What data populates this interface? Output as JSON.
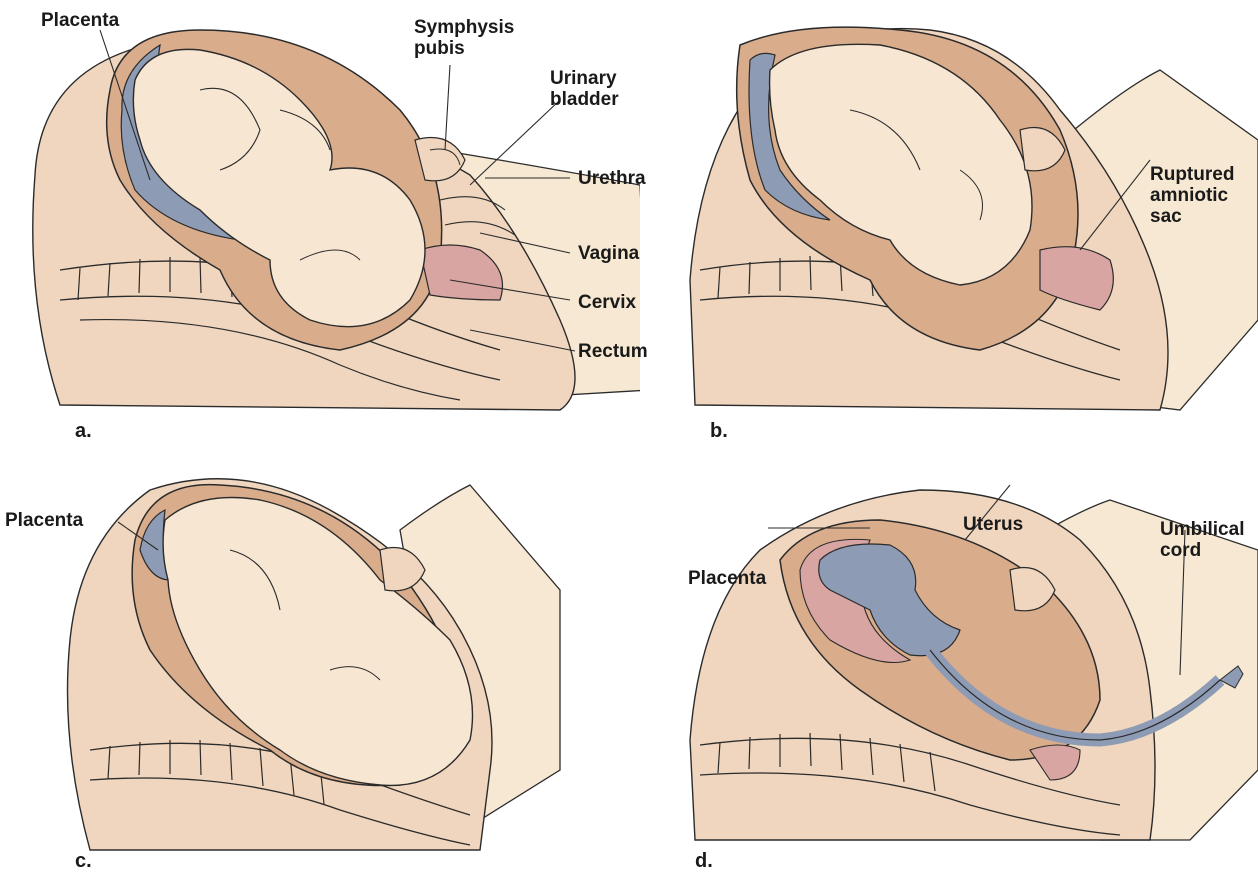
{
  "panels": [
    {
      "id": "a",
      "letter": "a.",
      "labels": {
        "placenta": "Placenta",
        "symphysis_pubis": [
          "Symphysis",
          "pubis"
        ],
        "urinary_bladder": [
          "Urinary",
          "bladder"
        ],
        "urethra": "Urethra",
        "vagina": "Vagina",
        "cervix": "Cervix",
        "rectum": "Rectum"
      }
    },
    {
      "id": "b",
      "letter": "b.",
      "labels": {
        "ruptured_amniotic_sac": [
          "Ruptured",
          "amniotic",
          "sac"
        ]
      }
    },
    {
      "id": "c",
      "letter": "c.",
      "labels": {
        "placenta": "Placenta"
      }
    },
    {
      "id": "d",
      "letter": "d.",
      "labels": {
        "uterus": "Uterus",
        "placenta": "Placenta",
        "umbilical_cord": [
          "Umbilical",
          "cord"
        ]
      }
    }
  ],
  "colors": {
    "skin": "#f0d6be",
    "skin_light": "#f6e8d2",
    "uterus": "#d9ad8c",
    "placenta": "#8e9bb5",
    "tissue_pink": "#d9a5a3",
    "fetus": "#f7e6d2",
    "outline": "#2b2b2b"
  }
}
